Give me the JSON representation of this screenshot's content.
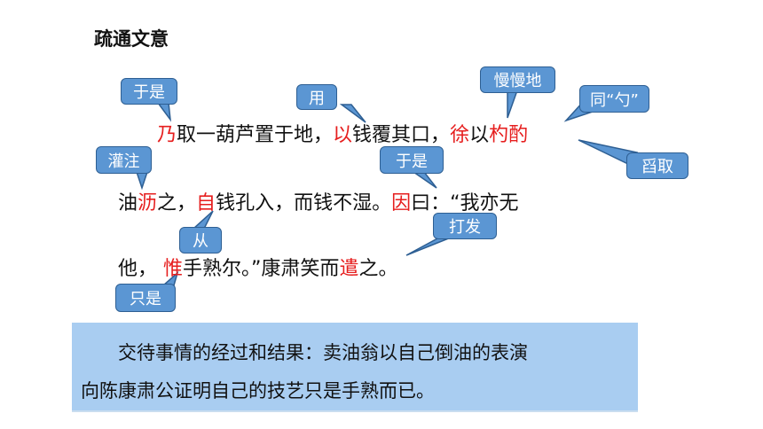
{
  "title": "疏通文意",
  "passage": {
    "line1": [
      "乃",
      "取一葫芦置于地，",
      "以",
      "钱覆其口，",
      "徐",
      "以",
      "杓酌"
    ],
    "line2": [
      "油",
      "沥",
      "之，",
      "自",
      "钱孔入，而钱不湿。",
      "因",
      "曰：“我亦无"
    ],
    "line3": [
      "他，",
      "惟",
      "手熟尔。”康肃笑而",
      "遣",
      "之。"
    ]
  },
  "annotations": {
    "nai": "于是",
    "yi": "用",
    "xu": "慢慢地",
    "shao": "同“勺”",
    "zhuo": "舀取",
    "li": "灌注",
    "yin": "于是",
    "zi": "从",
    "qian": "打发",
    "wei": "只是"
  },
  "summary": {
    "line1": "交待事情的经过和结果：卖油翁以自己倒油的表演",
    "line2": "向陈康肃公证明自己的技艺只是手熟而已。"
  },
  "colors": {
    "highlight": "#e61e1e",
    "bubble_fill": "#5b96d3",
    "bubble_border": "#2e5f93",
    "summary_bg": "#a9cdf1"
  }
}
